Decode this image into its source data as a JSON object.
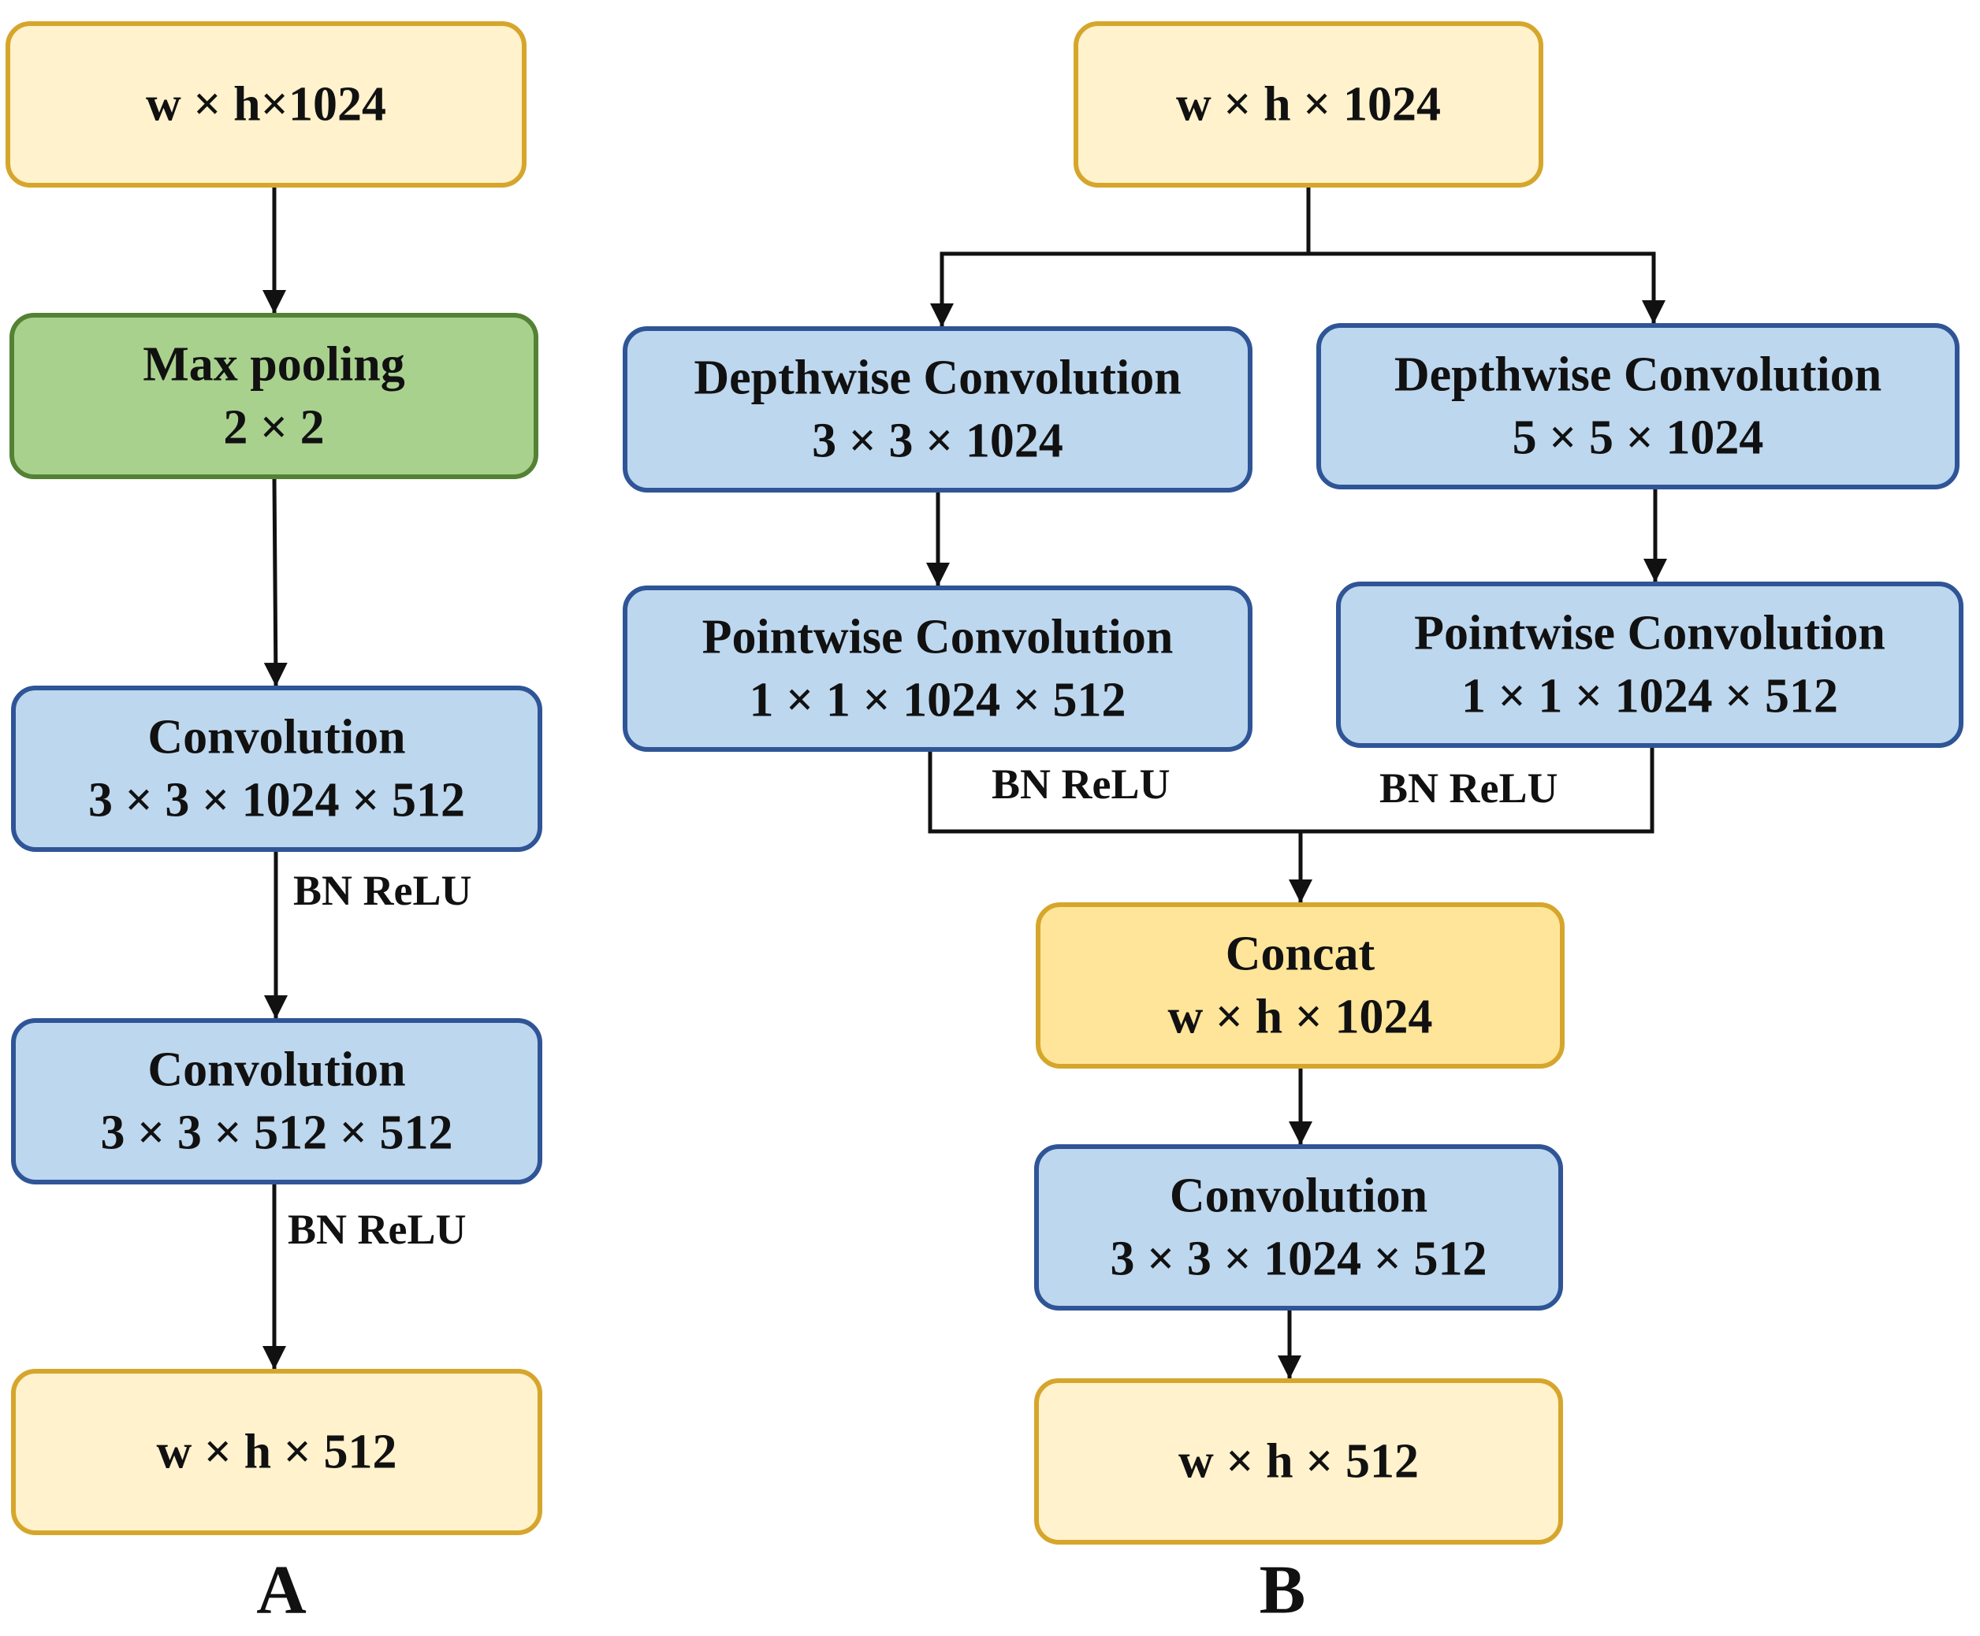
{
  "colors": {
    "io_fill": "#fff2cc",
    "io_stroke": "#d6a62c",
    "concat_fill": "#ffe599",
    "pool_fill": "#a9d18e",
    "pool_stroke": "#548235",
    "conv_fill": "#bdd7ee",
    "conv_stroke": "#2f5597",
    "line": "#111111",
    "text": "#111111"
  },
  "panels": [
    {
      "label": "A",
      "nodes": [
        {
          "id": "a_in",
          "kind": "io",
          "lines": [
            "w × h×1024"
          ]
        },
        {
          "id": "a_pool",
          "kind": "pool",
          "lines": [
            "Max pooling",
            "2 × 2"
          ]
        },
        {
          "id": "a_conv1",
          "kind": "conv",
          "lines": [
            "Convolution",
            "3 × 3 × 1024 × 512"
          ]
        },
        {
          "id": "a_conv2",
          "kind": "conv",
          "lines": [
            "Convolution",
            "3 × 3 × 512 × 512"
          ]
        },
        {
          "id": "a_out",
          "kind": "io",
          "lines": [
            "w × h × 512"
          ]
        }
      ],
      "edge_labels": [
        "BN ReLU",
        "BN ReLU"
      ]
    },
    {
      "label": "B",
      "nodes": [
        {
          "id": "b_in",
          "kind": "io",
          "lines": [
            "w × h × 1024"
          ]
        },
        {
          "id": "b_dw3",
          "kind": "conv",
          "lines": [
            "Depthwise Convolution",
            "3 × 3 × 1024"
          ]
        },
        {
          "id": "b_dw5",
          "kind": "conv",
          "lines": [
            "Depthwise Convolution",
            "5 × 5 × 1024"
          ]
        },
        {
          "id": "b_pw1",
          "kind": "conv",
          "lines": [
            "Pointwise Convolution",
            "1 × 1 × 1024 × 512"
          ]
        },
        {
          "id": "b_pw2",
          "kind": "conv",
          "lines": [
            "Pointwise Convolution",
            "1 × 1 × 1024 × 512"
          ]
        },
        {
          "id": "b_concat",
          "kind": "concat",
          "lines": [
            "Concat",
            "w × h × 1024"
          ]
        },
        {
          "id": "b_conv",
          "kind": "conv",
          "lines": [
            "Convolution",
            "3 × 3 × 1024 × 512"
          ]
        },
        {
          "id": "b_out",
          "kind": "io",
          "lines": [
            "w × h × 512"
          ]
        }
      ],
      "edge_labels": [
        "BN ReLU",
        "BN ReLU"
      ]
    }
  ]
}
